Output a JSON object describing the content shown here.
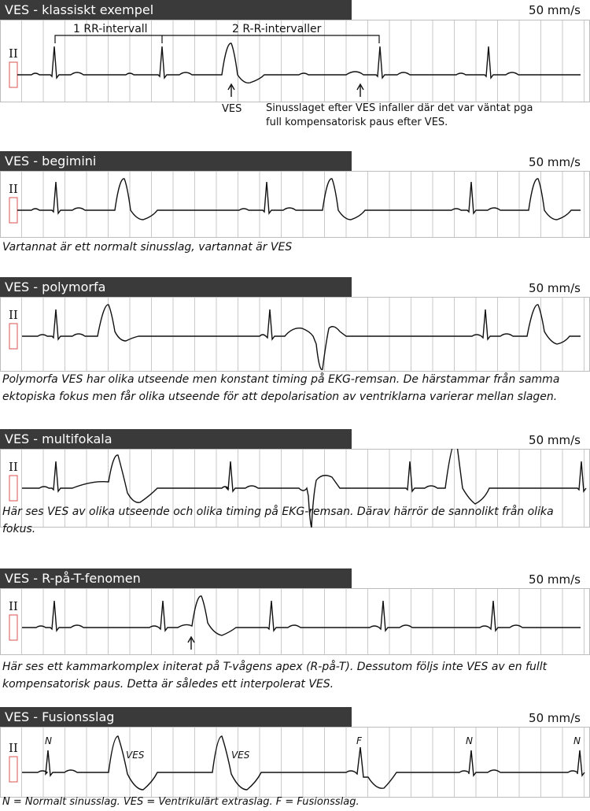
{
  "panels": [
    {
      "title": "VES - klassiskt exempel",
      "speed": "50 mm/s",
      "lead": "II",
      "bracket_1": "1 RR-intervall",
      "bracket_2": "2 R-R-intervaller",
      "ves_label": "VES",
      "note": "Sinusslaget efter VES infaller där det var väntat pga full kompensatorisk paus efter VES.",
      "caption": ""
    },
    {
      "title": "VES - begimini",
      "speed": "50 mm/s",
      "lead": "II",
      "caption": "Vartannat är ett normalt sinusslag, vartannat är VES"
    },
    {
      "title": "VES - polymorfa",
      "speed": "50 mm/s",
      "lead": "II",
      "caption": "Polymorfa VES har olika utseende men konstant timing på EKG-remsan. De härstammar från samma ektopiska fokus men får olika utseende för att depolarisation av ventriklarna varierar mellan slagen."
    },
    {
      "title": "VES - multifokala",
      "speed": "50 mm/s",
      "lead": "II",
      "caption": "Här ses VES av olika utseende och olika timing på EKG-remsan. Därav härrör de sannolikt från olika fokus."
    },
    {
      "title": "VES - R-på-T-fenomen",
      "speed": "50 mm/s",
      "lead": "II",
      "caption": "Här ses ett kammarkomplex initerat på T-vågens apex (R-på-T). Dessutom följs inte VES av en fullt kompensatorisk paus. Detta är således ett interpolerat VES."
    },
    {
      "title": "VES - Fusionsslag",
      "speed": "50 mm/s",
      "lead": "II",
      "label_n": "N",
      "label_f": "F",
      "label_ves": "VES",
      "caption": "N = Normalt sinusslag. VES = Ventrikulärt extraslag. F = Fusionsslag."
    }
  ],
  "colors": {
    "title_bg": "#3a3a3a",
    "grid": "#bdbdbd",
    "calibration": "#d9534f",
    "trace": "#111111"
  }
}
